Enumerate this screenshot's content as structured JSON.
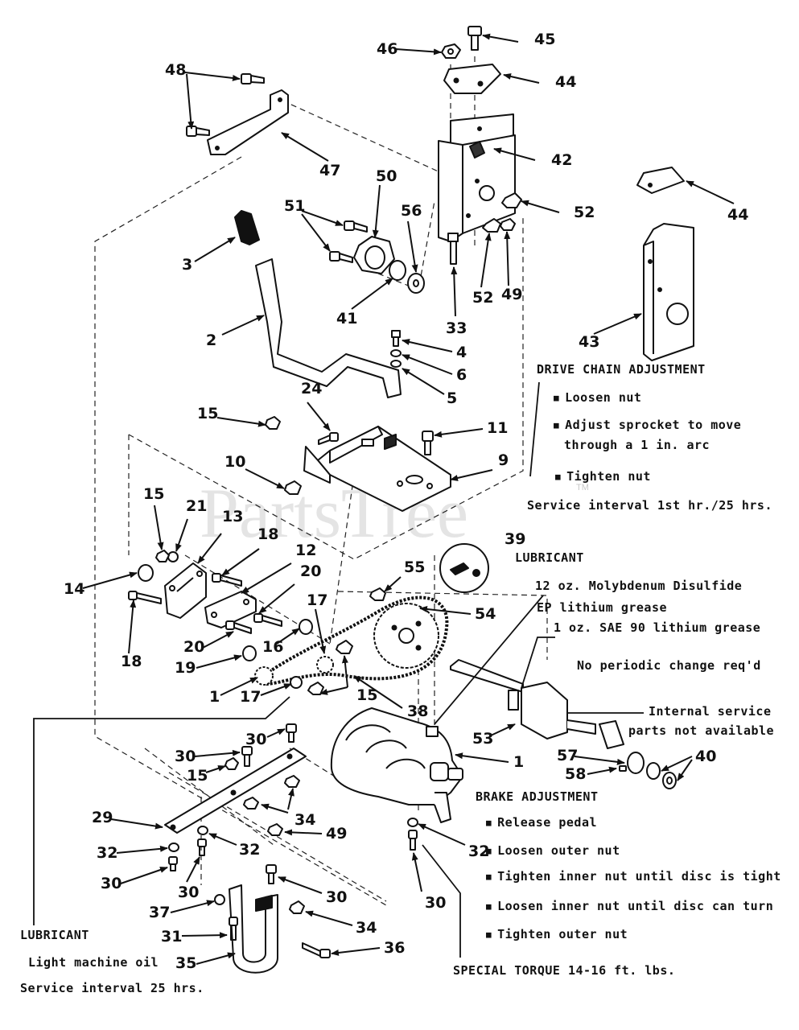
{
  "watermark": "PartsTree",
  "watermark_tm": "TM",
  "callouts": [
    {
      "id": "c45",
      "label": "45"
    },
    {
      "id": "c46",
      "label": "46"
    },
    {
      "id": "c44a",
      "label": "44"
    },
    {
      "id": "c48",
      "label": "48"
    },
    {
      "id": "c42",
      "label": "42"
    },
    {
      "id": "c47",
      "label": "47"
    },
    {
      "id": "c50",
      "label": "50"
    },
    {
      "id": "c44b",
      "label": "44"
    },
    {
      "id": "c51",
      "label": "51"
    },
    {
      "id": "c56",
      "label": "56"
    },
    {
      "id": "c52a",
      "label": "52"
    },
    {
      "id": "c3",
      "label": "3"
    },
    {
      "id": "c52b",
      "label": "52"
    },
    {
      "id": "c49a",
      "label": "49"
    },
    {
      "id": "c41",
      "label": "41"
    },
    {
      "id": "c33",
      "label": "33"
    },
    {
      "id": "c43",
      "label": "43"
    },
    {
      "id": "c2",
      "label": "2"
    },
    {
      "id": "c4",
      "label": "4"
    },
    {
      "id": "c6",
      "label": "6"
    },
    {
      "id": "c5",
      "label": "5"
    },
    {
      "id": "c24",
      "label": "24"
    },
    {
      "id": "c15a",
      "label": "15"
    },
    {
      "id": "c11",
      "label": "11"
    },
    {
      "id": "c10",
      "label": "10"
    },
    {
      "id": "c9",
      "label": "9"
    },
    {
      "id": "c15b",
      "label": "15"
    },
    {
      "id": "c21",
      "label": "21"
    },
    {
      "id": "c13",
      "label": "13"
    },
    {
      "id": "c18a",
      "label": "18"
    },
    {
      "id": "c12",
      "label": "12"
    },
    {
      "id": "c39",
      "label": "39"
    },
    {
      "id": "c20a",
      "label": "20"
    },
    {
      "id": "c14",
      "label": "14"
    },
    {
      "id": "c55",
      "label": "55"
    },
    {
      "id": "c17a",
      "label": "17"
    },
    {
      "id": "c54",
      "label": "54"
    },
    {
      "id": "c18b",
      "label": "18"
    },
    {
      "id": "c20b",
      "label": "20"
    },
    {
      "id": "c16",
      "label": "16"
    },
    {
      "id": "c19",
      "label": "19"
    },
    {
      "id": "c1a",
      "label": "1"
    },
    {
      "id": "c17b",
      "label": "17"
    },
    {
      "id": "c15c",
      "label": "15"
    },
    {
      "id": "c38",
      "label": "38"
    },
    {
      "id": "c53",
      "label": "53"
    },
    {
      "id": "c1b",
      "label": "1"
    },
    {
      "id": "c57",
      "label": "57"
    },
    {
      "id": "c40",
      "label": "40"
    },
    {
      "id": "c58",
      "label": "58"
    },
    {
      "id": "c30a",
      "label": "30"
    },
    {
      "id": "c30b",
      "label": "30"
    },
    {
      "id": "c15d",
      "label": "15"
    },
    {
      "id": "c29",
      "label": "29"
    },
    {
      "id": "c34a",
      "label": "34"
    },
    {
      "id": "c49b",
      "label": "49"
    },
    {
      "id": "c32a",
      "label": "32"
    },
    {
      "id": "c32b",
      "label": "32"
    },
    {
      "id": "c32c",
      "label": "32"
    },
    {
      "id": "c30c",
      "label": "30"
    },
    {
      "id": "c30d",
      "label": "30"
    },
    {
      "id": "c30e",
      "label": "30"
    },
    {
      "id": "c30f",
      "label": "30"
    },
    {
      "id": "c37",
      "label": "37"
    },
    {
      "id": "c34b",
      "label": "34"
    },
    {
      "id": "c31",
      "label": "31"
    },
    {
      "id": "c36",
      "label": "36"
    },
    {
      "id": "c35",
      "label": "35"
    }
  ],
  "notes": {
    "drive_chain_title": "DRIVE CHAIN ADJUSTMENT",
    "drive_chain_1": "Loosen nut",
    "drive_chain_2": "Adjust sprocket to move",
    "drive_chain_2b": "through a 1 in. arc",
    "drive_chain_3": "Tighten nut",
    "drive_chain_interval": "Service interval 1st hr./25 hrs.",
    "lubricant_gear_title": "LUBRICANT",
    "lubricant_gear_1": "12 oz. Molybdenum Disulfide",
    "lubricant_gear_2": "EP lithium grease",
    "lubricant_gear_3": "1 oz. SAE 90 lithium grease",
    "lubricant_gear_4": "No periodic change req'd",
    "internal_service_1": "Internal service",
    "internal_service_2": "parts not available",
    "brake_title": "BRAKE ADJUSTMENT",
    "brake_1": "Release pedal",
    "brake_2": "Loosen outer nut",
    "brake_3": "Tighten inner nut until disc is tight",
    "brake_4": "Loosen inner nut until disc can turn",
    "brake_5": "Tighten outer nut",
    "lubricant_chain_title": "LUBRICANT",
    "lubricant_chain_1": "Light machine oil",
    "lubricant_chain_2": "Service interval 25 hrs.",
    "special_torque": "SPECIAL TORQUE 14-16 ft. lbs."
  }
}
